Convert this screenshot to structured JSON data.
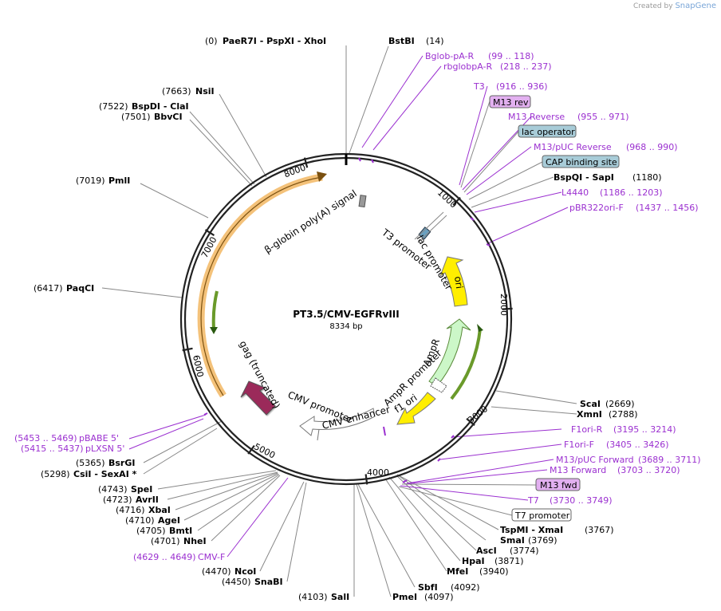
{
  "brand": {
    "prefix": "Created by",
    "name": "SnapGene"
  },
  "plasmid": {
    "name": "PT3.5/CMV-EGFRvIII",
    "size": "8334 bp"
  },
  "ring_ticks": [
    "1000",
    "2000",
    "3000",
    "4000",
    "5000",
    "6000",
    "7000",
    "8000"
  ],
  "features": [
    {
      "label": "β-globin poly(A) signal"
    },
    {
      "label": "T3 promoter"
    },
    {
      "label": "lac promoter"
    },
    {
      "label": "ori"
    },
    {
      "label": "AmpR"
    },
    {
      "label": "AmpR promoter"
    },
    {
      "label": "f1 ori"
    },
    {
      "label": "CMV enhancer"
    },
    {
      "label": "CMV promoter"
    },
    {
      "label": "gag (truncated)"
    }
  ],
  "enzymes": {
    "top": {
      "pos": "(0)",
      "names": "PaeR7I - PspXI - XhoI",
      "bstbi": "BstBI",
      "bstbi_pos": "(14)"
    },
    "nsii": {
      "pos": "(7663)",
      "name": "NsiI"
    },
    "bspdi": {
      "pos": "(7522)",
      "name": "BspDI - ClaI"
    },
    "bbvci": {
      "pos": "(7501)",
      "name": "BbvCI"
    },
    "pmli": {
      "pos": "(7019)",
      "name": "PmlI"
    },
    "paqci": {
      "pos": "(6417)",
      "name": "PaqCI"
    },
    "bsrgi": {
      "pos": "(5365)",
      "name": "BsrGI"
    },
    "csii": {
      "pos": "(5298)",
      "name": "CsiI - SexAI *"
    },
    "spei": {
      "pos": "(4743)",
      "name": "SpeI"
    },
    "avrii": {
      "pos": "(4723)",
      "name": "AvrII"
    },
    "xbai": {
      "pos": "(4716)",
      "name": "XbaI"
    },
    "agei": {
      "pos": "(4710)",
      "name": "AgeI"
    },
    "bmti": {
      "pos": "(4705)",
      "name": "BmtI"
    },
    "nhei": {
      "pos": "(4701)",
      "name": "NheI"
    },
    "ncoi": {
      "pos": "(4470)",
      "name": "NcoI"
    },
    "snabi": {
      "pos": "(4450)",
      "name": "SnaBI"
    },
    "sali": {
      "pos": "(4103)",
      "name": "SalI"
    },
    "pmei": {
      "name": "PmeI",
      "pos": "(4097)"
    },
    "sbfi": {
      "name": "SbfI",
      "pos": "(4092)"
    },
    "mfei": {
      "name": "MfeI",
      "pos": "(3940)"
    },
    "hpai": {
      "name": "HpaI",
      "pos": "(3871)"
    },
    "asci": {
      "name": "AscI",
      "pos": "(3774)"
    },
    "smai": {
      "name": "SmaI",
      "pos": "(3769)"
    },
    "tspmi": {
      "name": "TspMI - XmaI",
      "pos": "(3767)"
    },
    "scai": {
      "name": "ScaI",
      "pos": "(2669)"
    },
    "xmni": {
      "name": "XmnI",
      "pos": "(2788)"
    },
    "bspqi": {
      "name": "BspQI - SapI",
      "pos": "(1180)"
    }
  },
  "primers": {
    "bglob": {
      "name": "Bglob-pA-R",
      "range": "(99 .. 118)"
    },
    "rbglob": {
      "name": "rbglobpA-R",
      "range": "(218 .. 237)"
    },
    "t3": {
      "name": "T3",
      "range": "(916 .. 936)"
    },
    "m13rev_box": "M13 rev",
    "m13reverse": {
      "name": "M13 Reverse",
      "range": "(955 .. 971)"
    },
    "lacop_box": "lac operator",
    "m13puc_rev": {
      "name": "M13/pUC Reverse",
      "range": "(968 .. 990)"
    },
    "cap_box": "CAP binding site",
    "l4440": {
      "name": "L4440",
      "range": "(1186 .. 1203)"
    },
    "pbr322": {
      "name": "pBR322ori-F",
      "range": "(1437 .. 1456)"
    },
    "f1orir": {
      "name": "F1ori-R",
      "range": "(3195 .. 3214)"
    },
    "f1orif": {
      "name": "F1ori-F",
      "range": "(3405 .. 3426)"
    },
    "m13puc_fwd": {
      "name": "M13/pUC Forward",
      "range": "(3689 .. 3711)"
    },
    "m13fwd": {
      "name": "M13 Forward",
      "range": "(3703 .. 3720)"
    },
    "m13fwd_box": "M13 fwd",
    "t7": {
      "name": "T7",
      "range": "(3730 .. 3749)"
    },
    "t7prom_box": "T7 promoter",
    "pbabe": {
      "name": "pBABE 5'",
      "range": "(5453 .. 5469)"
    },
    "plxsn": {
      "name": "pLXSN 5'",
      "range": "(5415 .. 5437)"
    },
    "cmvf": {
      "name": "CMV-F",
      "range": "(4629 .. 4649)"
    }
  }
}
